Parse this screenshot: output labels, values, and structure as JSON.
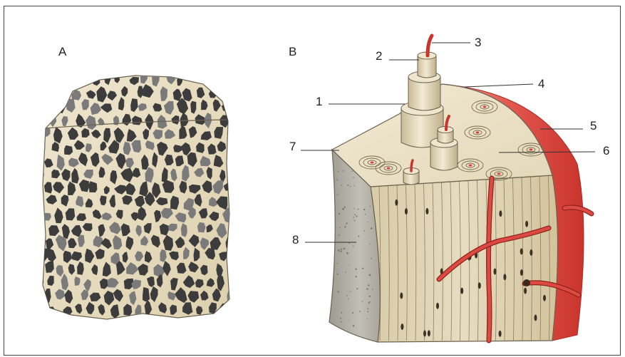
{
  "panels": {
    "a": {
      "label": "A",
      "title": ""
    },
    "b": {
      "label": "B",
      "title": ""
    }
  },
  "callouts": [
    {
      "id": "1",
      "text": "1"
    },
    {
      "id": "2",
      "text": "2"
    },
    {
      "id": "3",
      "text": "3"
    },
    {
      "id": "4",
      "text": "4"
    },
    {
      "id": "5",
      "text": "5"
    },
    {
      "id": "6",
      "text": "6"
    },
    {
      "id": "7",
      "text": "7"
    },
    {
      "id": "8",
      "text": "8"
    }
  ],
  "colors": {
    "frame": "#444444",
    "bone_matrix": "#e9dfc6",
    "bone_shadow": "#cbbd98",
    "pore_dark": "#3c3c3c",
    "pore_mid": "#7a7a7a",
    "vessel": "#d9413a",
    "periosteum": "#e8706a",
    "endosteal_surface": "#b9b6ae"
  },
  "icons": {
    "spongy_bone": "spongy-bone-illustration",
    "compact_bone": "compact-bone-wedge-illustration"
  }
}
